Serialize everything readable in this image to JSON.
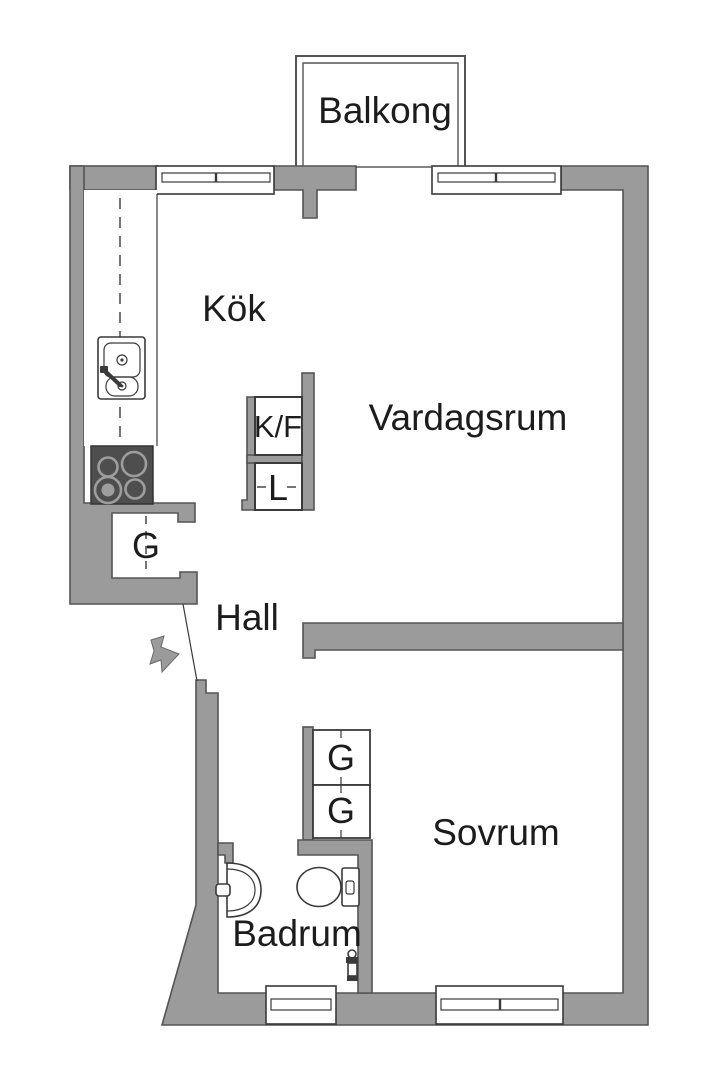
{
  "plan_type": "apartment-floor-plan",
  "rooms": [
    {
      "name": "balkong",
      "label": "Balkong"
    },
    {
      "name": "kok",
      "label": "Kök"
    },
    {
      "name": "vardagsrum",
      "label": "Vardagsrum"
    },
    {
      "name": "hall",
      "label": "Hall"
    },
    {
      "name": "sovrum",
      "label": "Sovrum"
    },
    {
      "name": "badrum",
      "label": "Badrum"
    }
  ],
  "closets": [
    {
      "name": "fridge-freezer",
      "label": "K/F"
    },
    {
      "name": "linen-cabinet",
      "label": "L"
    },
    {
      "name": "hall-wardrobe",
      "label": "G"
    },
    {
      "name": "bedroom-wardrobe-1",
      "label": "G"
    },
    {
      "name": "bedroom-wardrobe-2",
      "label": "G"
    }
  ],
  "fixtures": [
    "kitchen-sink-icon",
    "stove-cooktop-icon",
    "washbasin-icon",
    "toilet-icon",
    "water-valve-icon",
    "entrance-arrow-icon",
    "entry-door-swing",
    "window-icon-kitchen",
    "window-icon-vardagsrum",
    "window-icon-badrum",
    "window-icon-sovrum",
    "balcony-door-opening"
  ],
  "colors": {
    "wall": "#9b9b9b",
    "wall_outline": "#545454",
    "line": "#3a3a3a",
    "stove": "#4e4e4e",
    "burner_ring": "#9d9d9d",
    "text": "#1c1c1c",
    "background": "#ffffff"
  }
}
